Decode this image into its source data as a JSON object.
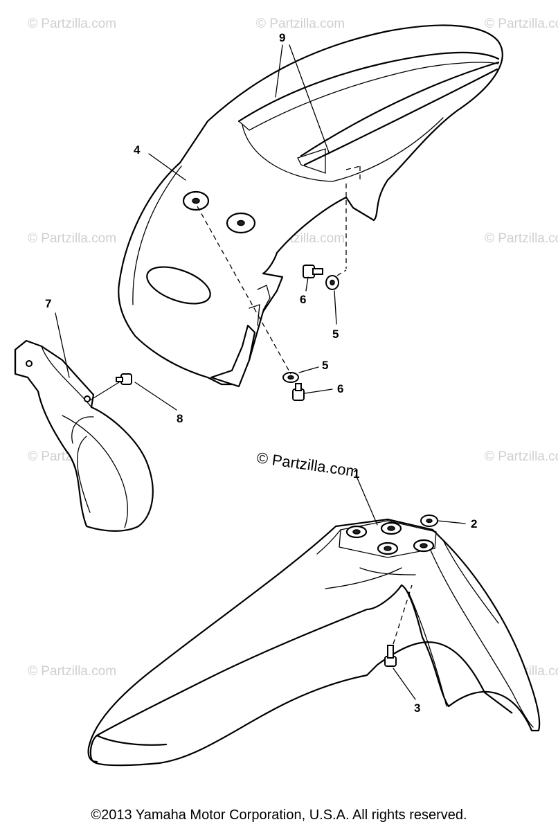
{
  "watermarks": {
    "faint": "© Partzilla.com",
    "main": "© Partzilla.com"
  },
  "callouts": {
    "c1": "1",
    "c2": "2",
    "c3": "3",
    "c4": "4",
    "c5a": "5",
    "c5b": "5",
    "c6a": "6",
    "c6b": "6",
    "c7": "7",
    "c8": "8",
    "c9": "9"
  },
  "footer": {
    "copyright": "©2013 Yamaha Motor Corporation, U.S.A. All rights reserved."
  }
}
